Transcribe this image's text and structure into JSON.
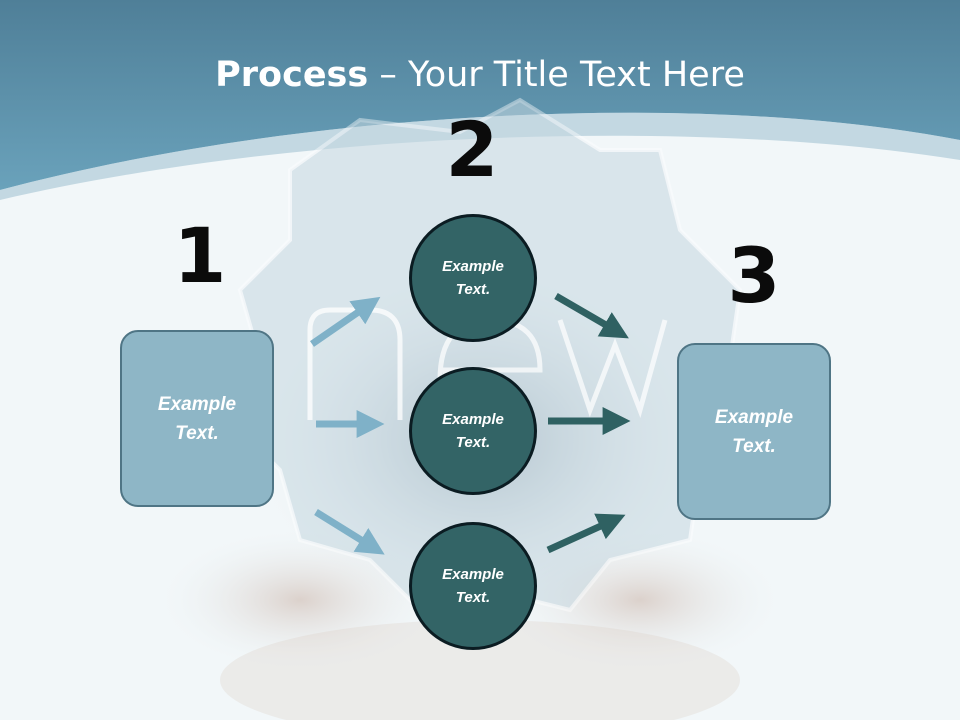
{
  "title": {
    "bold": "Process",
    "rest": " – Your Title Text Here"
  },
  "steps": {
    "one": "1",
    "two": "2",
    "three": "3"
  },
  "left_box": {
    "text": "Example\nText."
  },
  "right_box": {
    "text": "Example\nText."
  },
  "circles": [
    {
      "text": "Example\nText."
    },
    {
      "text": "Example\nText."
    },
    {
      "text": "Example\nText."
    }
  ],
  "colors": {
    "header_blue": "#5d93ac",
    "box_fill": "#8eb6c6",
    "box_border": "#4f7585",
    "circle_fill": "#336466",
    "circle_border": "#0b1c22",
    "light_arrow": "#7fb1c8",
    "dark_arrow": "#2f6162"
  }
}
